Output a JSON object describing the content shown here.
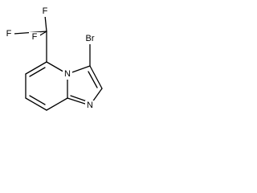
{
  "molecule": {
    "atoms": {
      "f_top": "F",
      "f_left": "F",
      "f_mid": "F",
      "bromine": "Br",
      "ring_n_bridge": "N",
      "ring_n_imidazole": "N"
    },
    "colors": {
      "bond": "#000000",
      "label": "#000000"
    }
  }
}
